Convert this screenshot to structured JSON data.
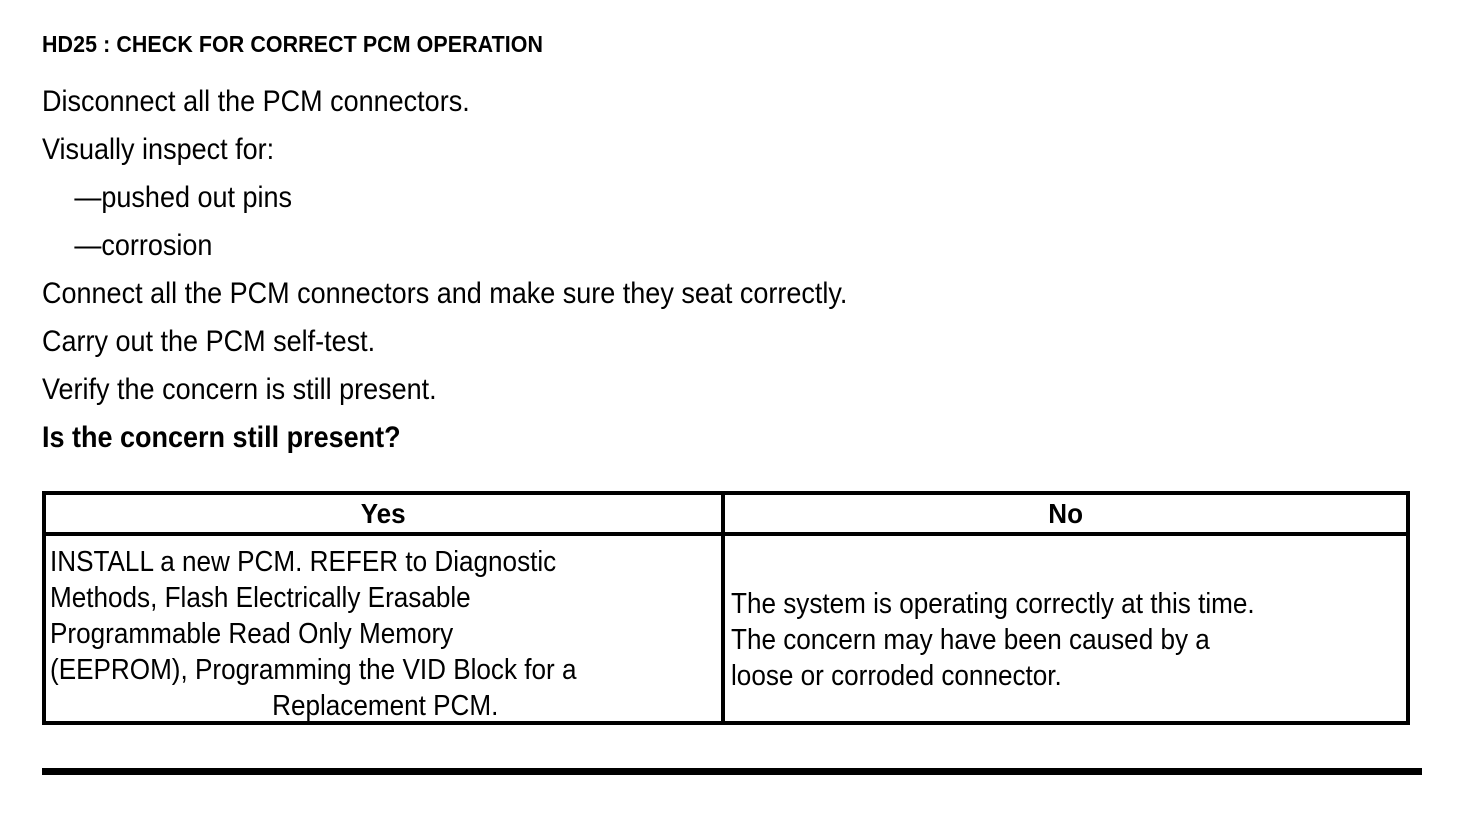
{
  "document": {
    "title": "HD25 : CHECK FOR CORRECT PCM OPERATION",
    "steps": [
      "Disconnect all the PCM connectors.",
      "Visually inspect for:",
      "—pushed out pins",
      "—corrosion",
      "Connect all the PCM connectors and make sure they seat correctly.",
      "Carry out the PCM self-test.",
      "Verify the concern is still present.",
      "Is the concern still present?"
    ],
    "decision_table": {
      "columns": [
        "Yes",
        "No"
      ],
      "yes_lines": [
        "INSTALL a new PCM. REFER to Diagnostic",
        "Methods, Flash Electrically Erasable",
        "Programmable Read Only Memory",
        "(EEPROM), Programming the VID Block for a",
        "Replacement PCM."
      ],
      "no_lines": [
        "The system is operating correctly at this time.",
        "The concern may have been caused by a",
        "loose or corroded connector."
      ]
    },
    "colors": {
      "ink": "#000000",
      "paper": "#ffffff"
    }
  }
}
